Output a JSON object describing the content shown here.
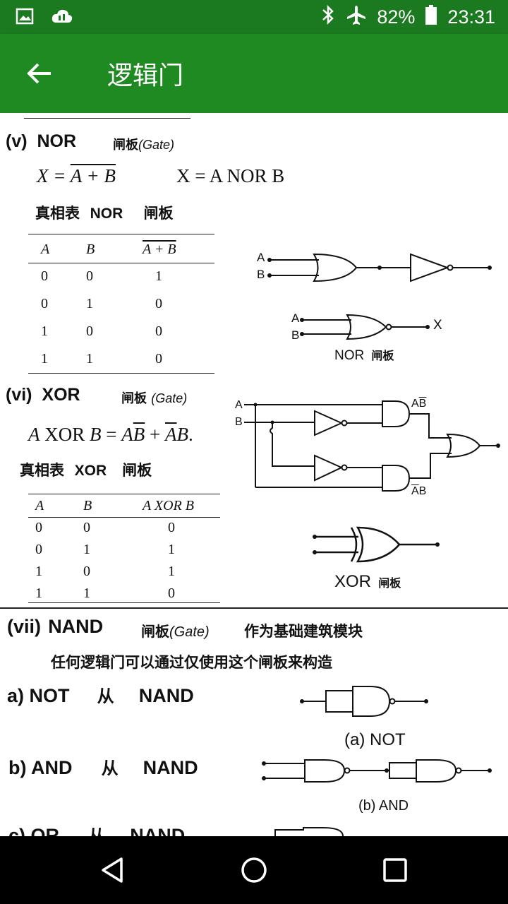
{
  "status_bar": {
    "battery": "82%",
    "time": "23:31",
    "icons": [
      "image-icon",
      "cloud-icon",
      "bluetooth-icon",
      "airplane-icon",
      "battery-icon"
    ]
  },
  "app_bar": {
    "title": "逻辑门",
    "back_icon": "arrow-left-icon"
  },
  "nor": {
    "roman": "(v)",
    "name": "NOR",
    "gate_cn": "闸板",
    "gate_en": "(Gate)",
    "formula1_lhs": "X = ",
    "formula1_rhs": "A + B",
    "formula2": "X = A  NOR  B",
    "tt_title_cn": "真相表",
    "tt_title_name": "NOR",
    "tt_title_gate": "闸板",
    "tt_headers": [
      "A",
      "B",
      "A + B"
    ],
    "tt_rows": [
      [
        "0",
        "0",
        "1"
      ],
      [
        "0",
        "1",
        "0"
      ],
      [
        "1",
        "0",
        "0"
      ],
      [
        "1",
        "1",
        "0"
      ]
    ],
    "diagram_labels": {
      "a1": "A",
      "b1": "B",
      "a2": "A",
      "b2": "B",
      "out": "X"
    },
    "caption_en": "NOR",
    "caption_cn": "闸板"
  },
  "xor": {
    "roman": "(vi)",
    "name": "XOR",
    "gate_cn": "闸板",
    "gate_en": "(Gate)",
    "formula_a": "A",
    "formula_op": "XOR",
    "formula_b": "B",
    "formula_eq": " = ",
    "formula_t1a": "A",
    "formula_t1b": "B",
    "formula_plus": " + ",
    "formula_t2a": "A",
    "formula_t2b": "B",
    "formula_end": ".",
    "tt_title_cn": "真相表",
    "tt_title_name": "XOR",
    "tt_title_gate": "闸板",
    "tt_headers": [
      "A",
      "B",
      "A XOR  B"
    ],
    "tt_rows": [
      [
        "0",
        "0",
        "0"
      ],
      [
        "0",
        "1",
        "1"
      ],
      [
        "1",
        "0",
        "1"
      ],
      [
        "1",
        "1",
        "0"
      ]
    ],
    "diagram_labels": {
      "a": "A",
      "b": "B",
      "ab_bar_a": "A",
      "ab_bar_b": "B",
      "bar_ab_a": "A",
      "bar_ab_b": "B"
    },
    "caption_en": "XOR",
    "caption_cn": "闸板"
  },
  "nand": {
    "roman": "(vii)",
    "name": "NAND",
    "gate_cn": "闸板",
    "gate_en": "(Gate)",
    "desc1": "作为基础建筑模块",
    "desc2": "任何逻辑门可以通过仅使用这个闸板来构造",
    "item_a_label": "a) NOT",
    "item_a_from": "从",
    "item_a_nand": "NAND",
    "item_a_caption": "(a) NOT",
    "item_b_label": "b) AND",
    "item_b_from": "从",
    "item_b_nand": "NAND",
    "item_b_caption": "(b) AND",
    "item_c_label": "c)  OR",
    "item_c_from": "从",
    "item_c_nand": "NAND"
  },
  "nav": {
    "back_icon": "triangle-back-icon",
    "home_icon": "circle-home-icon",
    "recents_icon": "square-recents-icon"
  }
}
